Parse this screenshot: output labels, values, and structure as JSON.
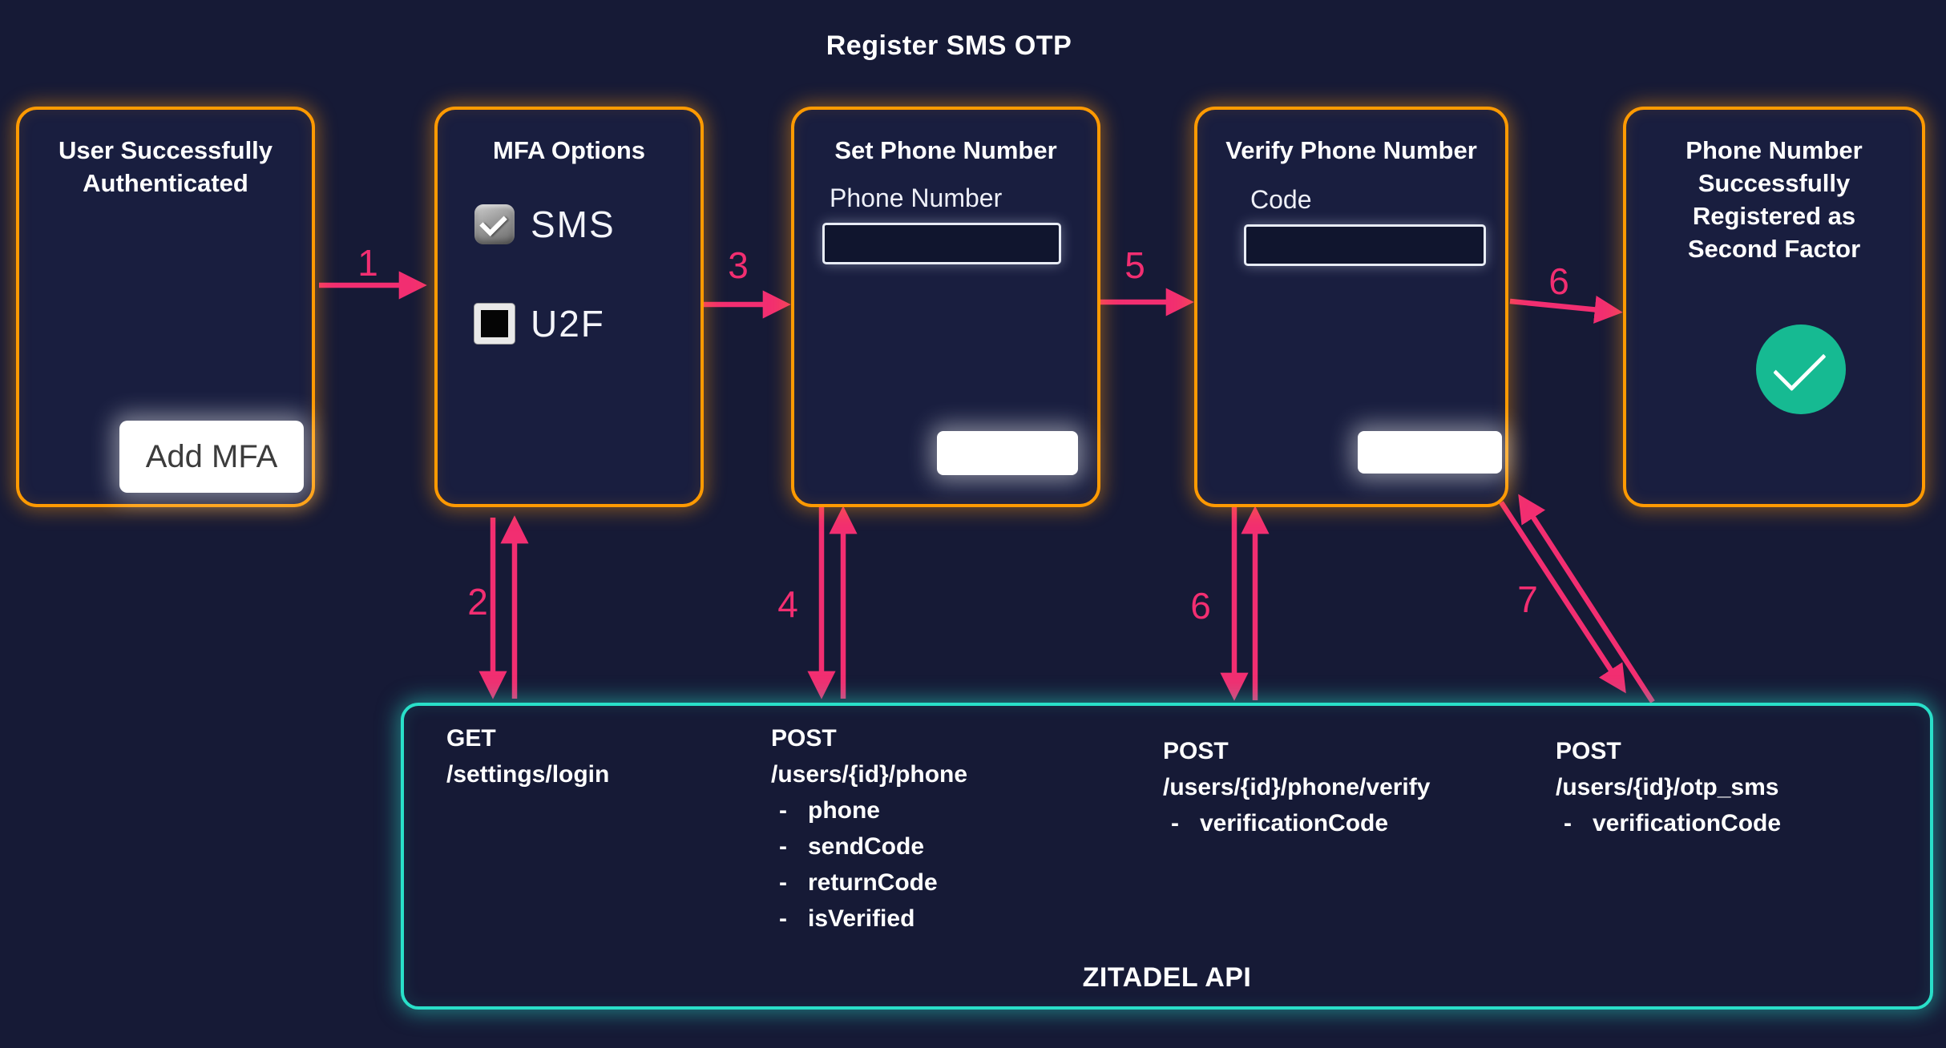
{
  "title": "Register SMS OTP",
  "colors": {
    "background": "#161a36",
    "box_fill": "#191e3f",
    "box_border_orange": "#ff9a02",
    "arrow_pink": "#f22e71",
    "api_border_teal": "#29e0c9",
    "success_green": "#16ba92",
    "button_white": "#ffffff"
  },
  "boxes": [
    {
      "id": "user-authenticated",
      "title": "User Successfully Authenticated",
      "button_label": "Add MFA"
    },
    {
      "id": "mfa-options",
      "title": "MFA Options",
      "options": [
        {
          "label": "SMS",
          "checked": true
        },
        {
          "label": "U2F",
          "checked": false
        }
      ]
    },
    {
      "id": "set-phone",
      "title": "Set Phone Number",
      "field_label": "Phone Number",
      "field_value": "",
      "button_label": ""
    },
    {
      "id": "verify-phone",
      "title": "Verify Phone Number",
      "field_label": "Code",
      "field_value": "",
      "button_label": ""
    },
    {
      "id": "registered",
      "title": "Phone Number Successfully Registered as Second Factor"
    }
  ],
  "api": {
    "label": "ZITADEL API",
    "param_bullet": "-",
    "endpoints": [
      {
        "method": "GET",
        "path": "/settings/login",
        "params": []
      },
      {
        "method": "POST",
        "path": "/users/{id}/phone",
        "params": [
          "phone",
          "sendCode",
          "returnCode",
          "isVerified"
        ]
      },
      {
        "method": "POST",
        "path": "/users/{id}/phone/verify",
        "params": [
          "verificationCode"
        ]
      },
      {
        "method": "POST",
        "path": "/users/{id}/otp_sms",
        "params": [
          "verificationCode"
        ]
      }
    ]
  },
  "steps": [
    {
      "label": "1"
    },
    {
      "label": "2"
    },
    {
      "label": "3"
    },
    {
      "label": "4"
    },
    {
      "label": "5"
    },
    {
      "label": "6"
    },
    {
      "label": "6"
    },
    {
      "label": "7"
    }
  ]
}
